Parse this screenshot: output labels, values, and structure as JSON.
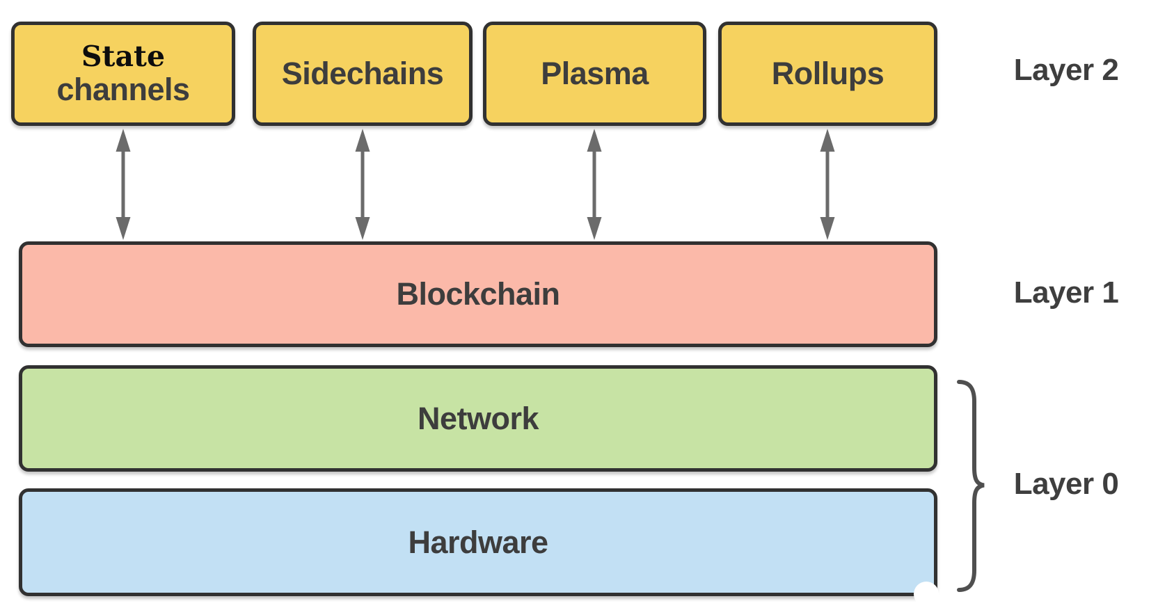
{
  "layer2": {
    "label": "Layer 2",
    "boxes": [
      {
        "lines": [
          "State",
          "channels"
        ]
      },
      {
        "label": "Sidechains"
      },
      {
        "label": "Plasma"
      },
      {
        "label": "Rollups"
      }
    ]
  },
  "layer1": {
    "label": "Layer 1",
    "box": {
      "label": "Blockchain"
    }
  },
  "layer0": {
    "label": "Layer 0",
    "boxes": [
      {
        "label": "Network"
      },
      {
        "label": "Hardware"
      }
    ]
  },
  "colors": {
    "layer2_box_fill": "#f6d25f",
    "layer1_box_fill": "#fbb9a9",
    "network_box_fill": "#c7e3a4",
    "hardware_box_fill": "#c2e0f4",
    "box_border": "#313131",
    "arrow": "#6b6b6b",
    "brace": "#4f4f4f",
    "label_text": "#3e3e3e",
    "background": "#ffffff"
  }
}
